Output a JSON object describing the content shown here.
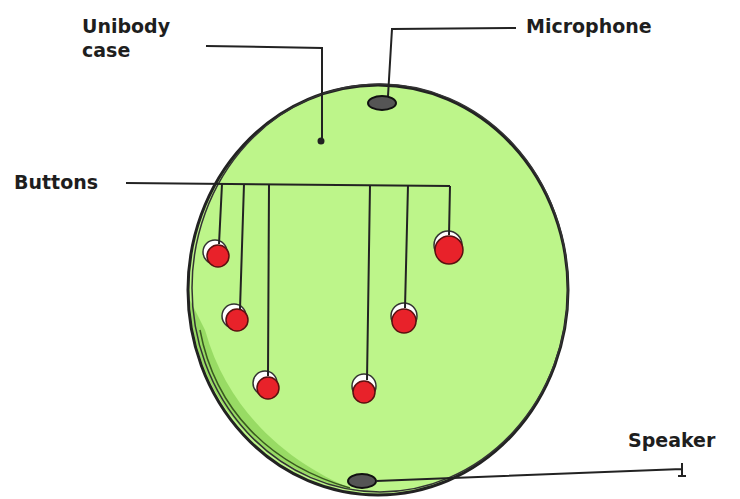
{
  "diagram": {
    "labels": [
      "Unibody case",
      "Microphone",
      "Buttons",
      "Speaker"
    ]
  }
}
